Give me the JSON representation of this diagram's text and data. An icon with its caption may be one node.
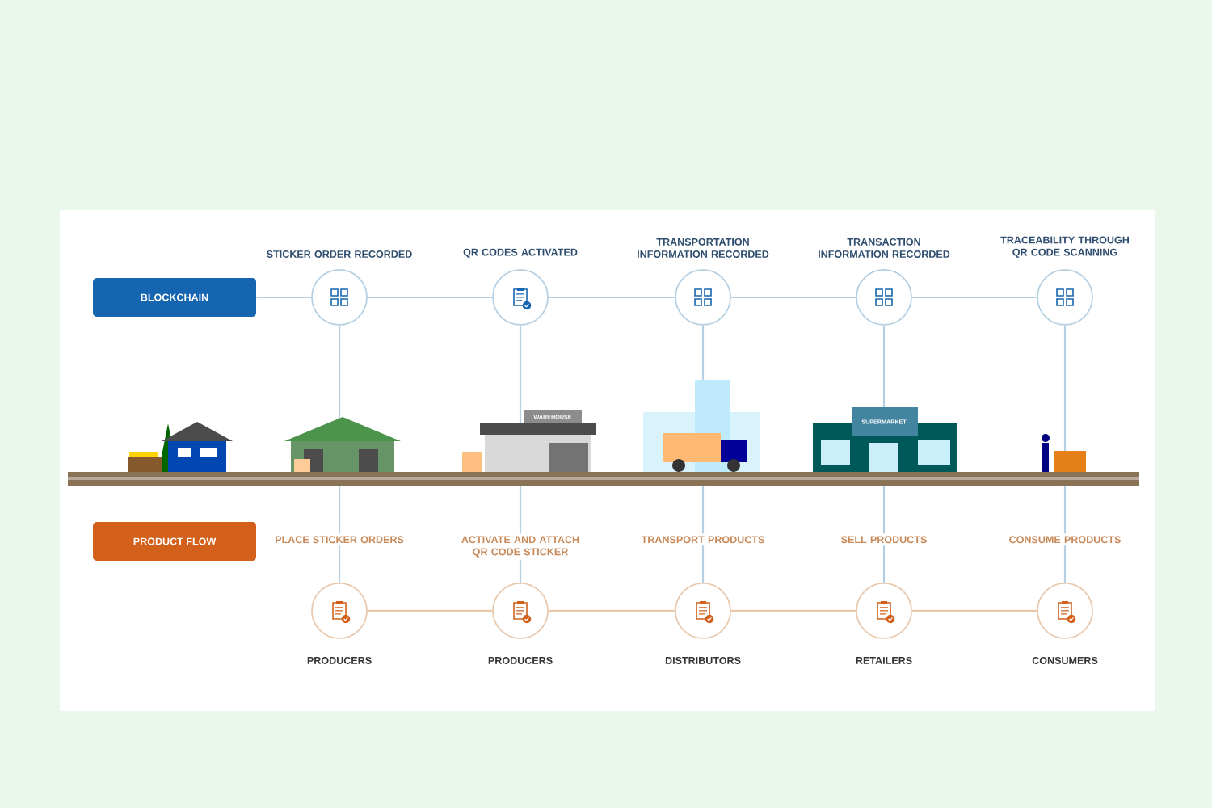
{
  "diagram": {
    "nodes": [
      {
        "text": [
          "BLOCKCHAIN"
        ]
      },
      {
        "text": [
          "STICKER ORDER RECORDED"
        ]
      },
      {
        "text": [
          "QR CODES ACTIVATED"
        ]
      },
      {
        "text": [
          "TRANSPORTATION INFORMATION RECORDED"
        ]
      },
      {
        "text": [
          "TRANSACTION INFORMATION RECORDED"
        ]
      },
      {
        "text": [
          "TRACEABILITY THROUGH QR CODE SCANNING"
        ]
      },
      {
        "text": [
          "PRODUCT FLOW"
        ]
      },
      {
        "text": [
          "PRODUCERS"
        ]
      },
      {
        "text": [
          "PRODUCERS"
        ]
      },
      {
        "text": [
          "DISTRIBUTORS"
        ]
      },
      {
        "text": [
          "RETAILERS"
        ]
      },
      {
        "text": [
          "CONSUMERS"
        ]
      }
    ],
    "edges": [
      {
        "from": 0,
        "to": 1,
        "arrow": "none"
      },
      {
        "from": 1,
        "to": 2,
        "arrow": "none"
      },
      {
        "from": 2,
        "to": 3,
        "arrow": "none"
      },
      {
        "from": 3,
        "to": 4,
        "arrow": "none"
      },
      {
        "from": 4,
        "to": 5,
        "arrow": "none"
      },
      {
        "from": 7,
        "to": 8,
        "arrow": "none"
      },
      {
        "from": 8,
        "to": 9,
        "arrow": "none"
      },
      {
        "from": 9,
        "to": 10,
        "arrow": "none"
      },
      {
        "from": 10,
        "to": 11,
        "arrow": "none"
      },
      {
        "from": 1,
        "to": 7,
        "arrow": "none",
        "label": "PLACE STICKER ORDERS"
      },
      {
        "from": 2,
        "to": 8,
        "arrow": "none",
        "label": "ACTIVATE AND ATTACH QR CODE STICKER"
      },
      {
        "from": 3,
        "to": 9,
        "arrow": "none",
        "label": "TRANSPORT PRODUCTS"
      },
      {
        "from": 4,
        "to": 10,
        "arrow": "none",
        "label": "SELL PRODUCTS"
      },
      {
        "from": 5,
        "to": 11,
        "arrow": "none",
        "label": "CONSUME PRODUCTS"
      }
    ],
    "labels": [
      "WAREHOUSE",
      "SUPERMARKET"
    ]
  }
}
